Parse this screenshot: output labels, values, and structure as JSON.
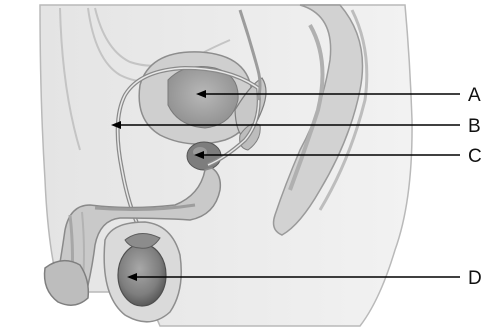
{
  "labels": [
    {
      "id": "a",
      "text": "A"
    },
    {
      "id": "b",
      "text": "B"
    },
    {
      "id": "c",
      "text": "C"
    },
    {
      "id": "d",
      "text": "D"
    }
  ]
}
